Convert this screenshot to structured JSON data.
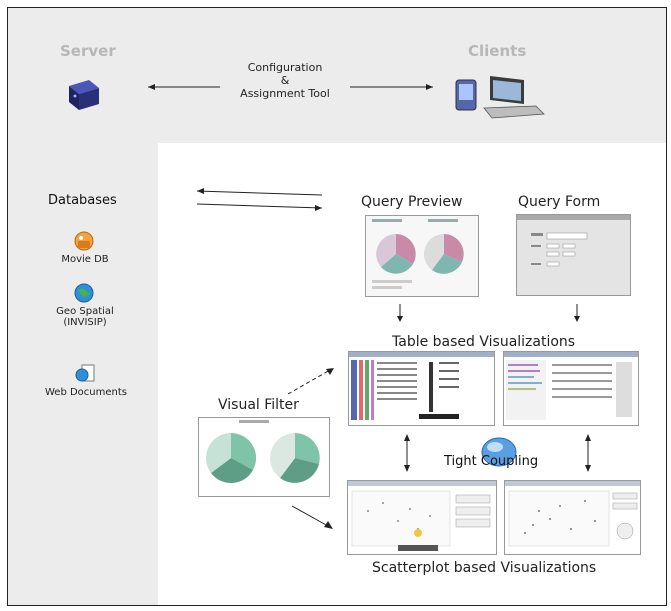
{
  "diagram": {
    "server_label": "Server",
    "clients_label": "Clients",
    "config_tool_label": [
      "Configuration",
      "&",
      "Assignment Tool"
    ],
    "databases": {
      "title": "Databases",
      "items": [
        {
          "label": "Movie DB",
          "icon": "movie-db-icon"
        },
        {
          "label": "Geo Spatial\n(INVISIP)",
          "icon": "globe-icon"
        },
        {
          "label": "Web Documents",
          "icon": "web-documents-icon"
        }
      ]
    },
    "query_preview_label": "Query Preview",
    "query_form_label": "Query Form",
    "table_vis_label": "Table based Visualizations",
    "visual_filter_label": "Visual Filter",
    "tight_coupling_label": "Tight Coupling",
    "scatterplot_vis_label": "Scatterplot based Visualizations",
    "colors": {
      "background": "#ececec",
      "panel": "#ffffff",
      "muted_title": "#b7b7b7",
      "server_blue": "#2a2f7a",
      "pie_pink": "#c98aa8",
      "pie_teal": "#7fb6b0",
      "filter_green": "#7fc3a8"
    }
  }
}
